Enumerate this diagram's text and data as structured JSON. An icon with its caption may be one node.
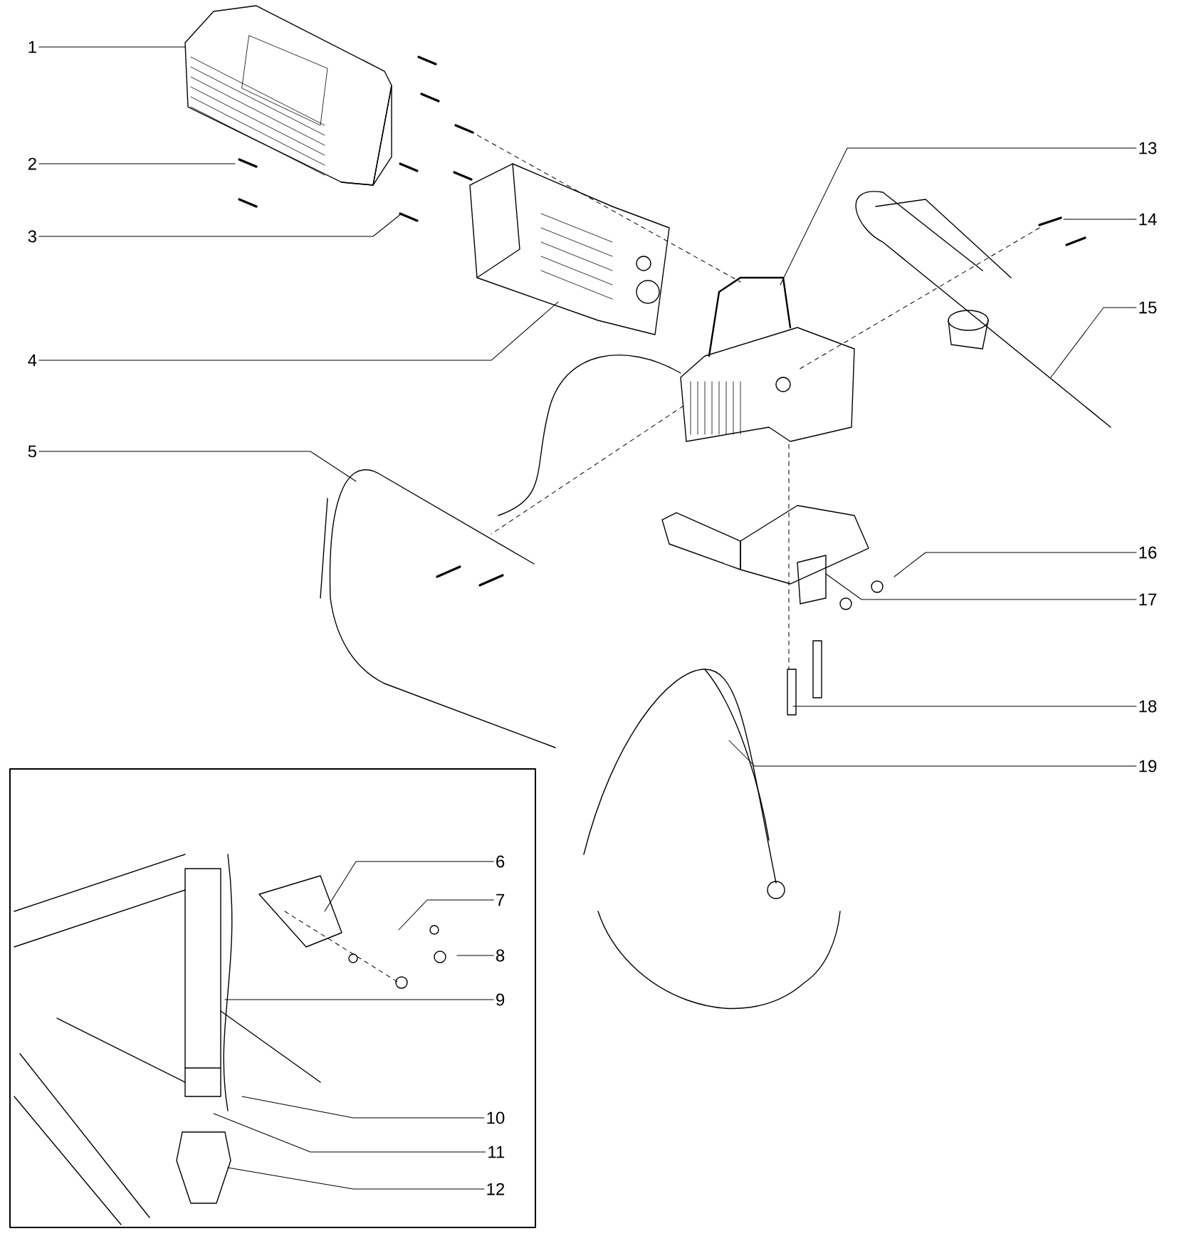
{
  "diagram": {
    "nodes": [
      {
        "text": [
          "1"
        ]
      },
      {
        "text": [
          "2"
        ]
      },
      {
        "text": [
          "3"
        ]
      },
      {
        "text": [
          "4"
        ]
      },
      {
        "text": [
          "5"
        ]
      },
      {
        "text": [
          "6"
        ]
      },
      {
        "text": [
          "7"
        ]
      },
      {
        "text": [
          "8"
        ]
      },
      {
        "text": [
          "9"
        ]
      },
      {
        "text": [
          "10"
        ]
      },
      {
        "text": [
          "11"
        ]
      },
      {
        "text": [
          "12"
        ]
      },
      {
        "text": [
          "13"
        ]
      },
      {
        "text": [
          "14"
        ]
      },
      {
        "text": [
          "15"
        ]
      },
      {
        "text": [
          "16"
        ]
      },
      {
        "text": [
          "17"
        ]
      },
      {
        "text": [
          "18"
        ]
      },
      {
        "text": [
          "19"
        ]
      }
    ],
    "edges": [
      {
        "from": 0,
        "to": null,
        "arrow": "none"
      },
      {
        "from": 1,
        "to": null,
        "arrow": "none"
      },
      {
        "from": 2,
        "to": null,
        "arrow": "none"
      },
      {
        "from": 3,
        "to": null,
        "arrow": "none"
      },
      {
        "from": 4,
        "to": null,
        "arrow": "none"
      },
      {
        "from": 5,
        "to": null,
        "arrow": "none"
      },
      {
        "from": 6,
        "to": null,
        "arrow": "none"
      },
      {
        "from": 7,
        "to": null,
        "arrow": "none"
      },
      {
        "from": 8,
        "to": null,
        "arrow": "none"
      },
      {
        "from": 9,
        "to": null,
        "arrow": "none"
      },
      {
        "from": 10,
        "to": null,
        "arrow": "none"
      },
      {
        "from": 11,
        "to": null,
        "arrow": "none"
      },
      {
        "from": 12,
        "to": null,
        "arrow": "none"
      },
      {
        "from": 13,
        "to": null,
        "arrow": "none"
      },
      {
        "from": 14,
        "to": null,
        "arrow": "none"
      },
      {
        "from": 15,
        "to": null,
        "arrow": "none"
      },
      {
        "from": 16,
        "to": null,
        "arrow": "none"
      },
      {
        "from": 17,
        "to": null,
        "arrow": "none"
      },
      {
        "from": 18,
        "to": null,
        "arrow": "none"
      }
    ]
  }
}
